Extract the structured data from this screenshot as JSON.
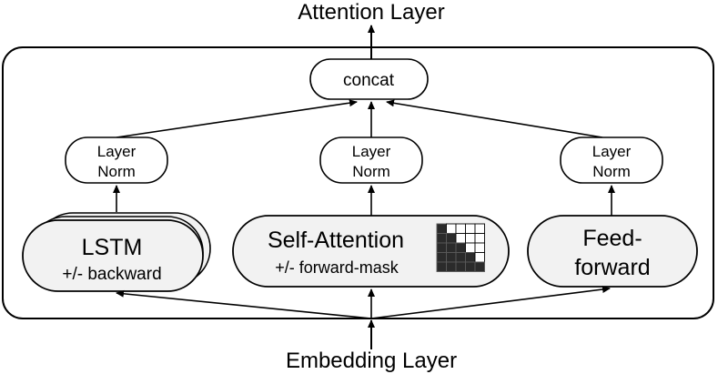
{
  "top_label": "Attention Layer",
  "bottom_label": "Embedding Layer",
  "concat_label": "concat",
  "layer_norm": {
    "line1": "Layer",
    "line2": "Norm"
  },
  "lstm": {
    "title": "LSTM",
    "subtitle": "+/- backward"
  },
  "self_attention": {
    "title": "Self-Attention",
    "subtitle": "+/- forward-mask",
    "mask_icon": "lower-triangular-mask-grid-icon"
  },
  "feed_forward": {
    "line1": "Feed-",
    "line2": "forward"
  },
  "colors": {
    "stroke": "#000000",
    "block_fill": "#f2f2f2",
    "box_fill": "#ffffff",
    "mask_dark": "#2b2b2b"
  }
}
